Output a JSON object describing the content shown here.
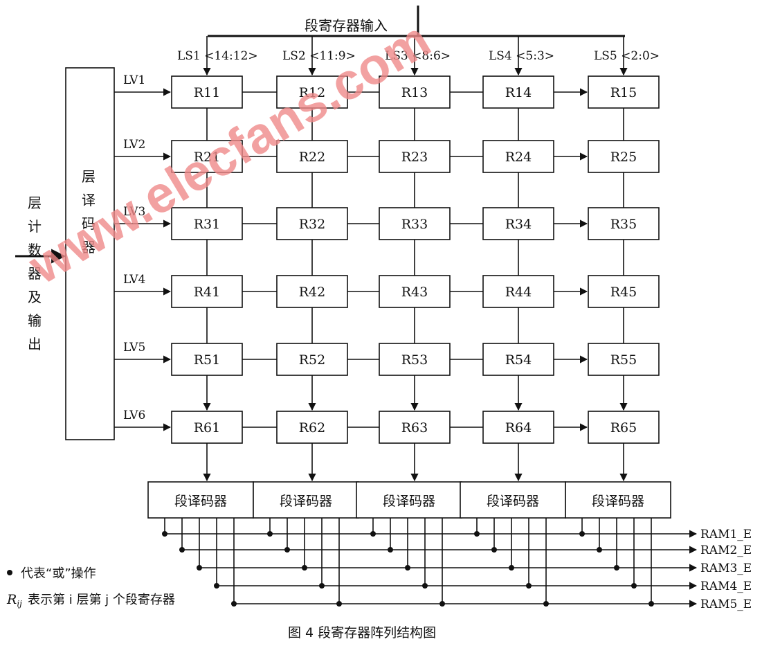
{
  "title": "段寄存器输入",
  "caption": "图 4 段寄存器阵列结构图",
  "layer_decoder_label": "层译码器",
  "input_label_chars": [
    "层",
    "计",
    "数",
    "器",
    "及",
    "输",
    "出"
  ],
  "ls_labels": [
    "LS1 <14:12>",
    "LS2 <11:9>",
    "LS3 <8:6>",
    "LS4 <5:3>",
    "LS5 <2:0>"
  ],
  "lv_labels": [
    "LV1",
    "LV2",
    "LV3",
    "LV4",
    "LV5",
    "LV6"
  ],
  "registers": [
    [
      "R11",
      "R12",
      "R13",
      "R14",
      "R15"
    ],
    [
      "R21",
      "R22",
      "R23",
      "R24",
      "R25"
    ],
    [
      "R31",
      "R32",
      "R33",
      "R34",
      "R35"
    ],
    [
      "R41",
      "R42",
      "R43",
      "R44",
      "R45"
    ],
    [
      "R51",
      "R52",
      "R53",
      "R54",
      "R55"
    ],
    [
      "R61",
      "R62",
      "R63",
      "R64",
      "R65"
    ]
  ],
  "segment_decoder_label": "段译码器",
  "ram_outputs": [
    "RAM1_E",
    "RAM2_E",
    "RAM3_E",
    "RAM4_E",
    "RAM5_E"
  ],
  "legend": {
    "dot_text": "代表“或”操作",
    "rij_symbol": "R",
    "rij_sub": "ij",
    "rij_text": "表示第 i 层第 j 个段寄存器"
  },
  "watermark": "www.elecfans.com"
}
